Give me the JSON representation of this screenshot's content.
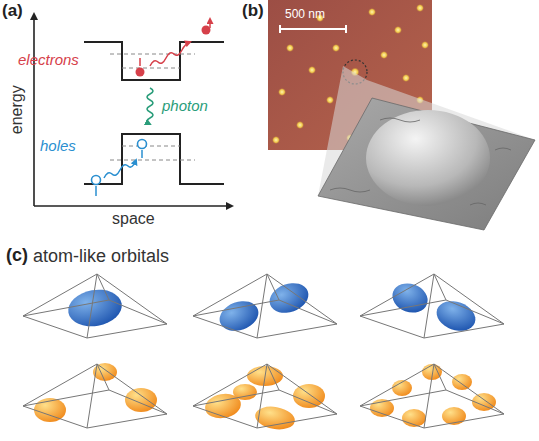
{
  "diagram": {
    "labels": [
      "(a)",
      "energy",
      "space",
      "electrons",
      "photon",
      "holes",
      "(b)",
      "500 nm",
      "(c)",
      "atom-like orbitals"
    ]
  }
}
